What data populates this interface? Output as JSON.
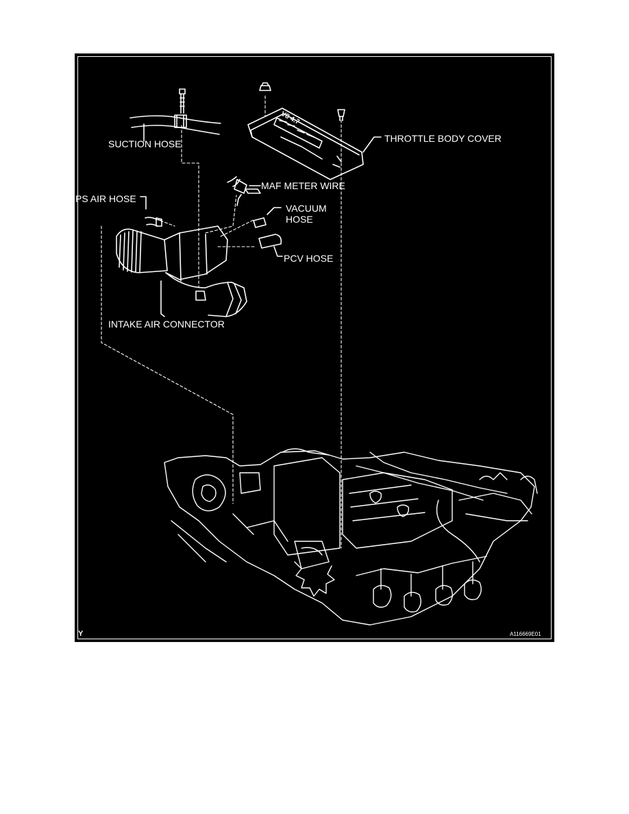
{
  "diagram": {
    "labels": {
      "suction_hose": "SUCTION HOSE",
      "throttle_body_cover": "THROTTLE BODY COVER",
      "maf_meter_wire": "MAF METER WIRE",
      "ps_air_hose": "PS AIR HOSE",
      "vacuum_hose": "VACUUM HOSE",
      "pcv_hose": "PCV HOSE",
      "intake_air_connector": "INTAKE AIR CONNECTOR"
    },
    "cover_emblem": "V8 4.7",
    "corner_letter": "Y",
    "figure_code": "A116669E01"
  },
  "colors": {
    "background": "#000000",
    "line": "#ffffff",
    "page": "#ffffff"
  }
}
